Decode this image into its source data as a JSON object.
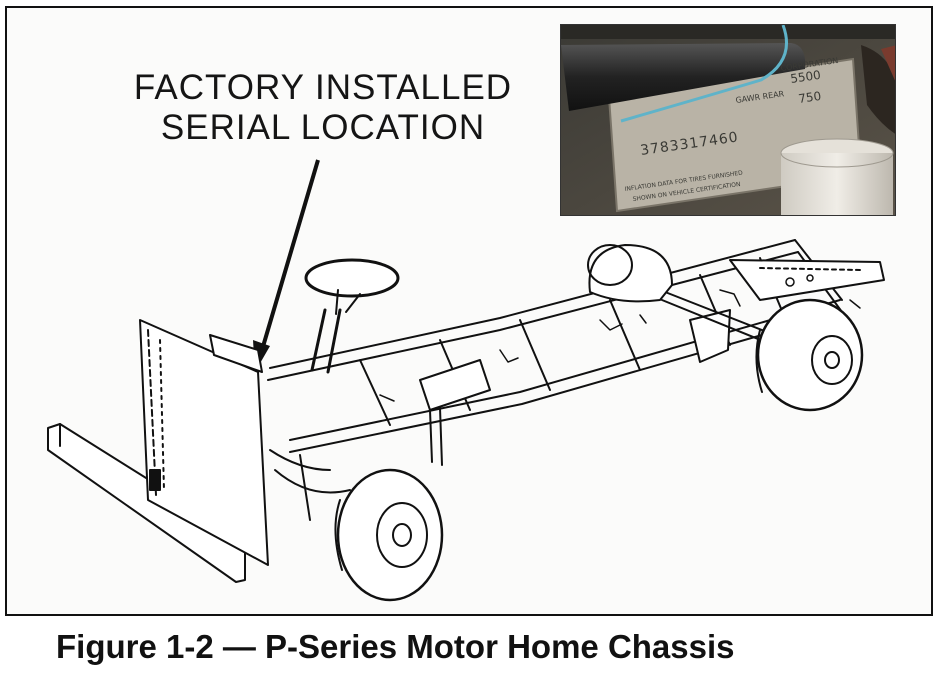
{
  "callout": {
    "line1": "FACTORY INSTALLED",
    "line2": "SERIAL LOCATION"
  },
  "photo": {
    "plate_lines": [
      "CORPORATION",
      "GAWR REAR",
      "3783317460",
      "INFLATION DATA FOR TIRES FURNISHED",
      "SHOWN ON VEHICLE CERTIFICATION"
    ],
    "partial_values": [
      "5500",
      "750"
    ]
  },
  "caption": "Figure 1-2 — P-Series Motor Home Chassis",
  "colors": {
    "ink": "#111111",
    "paper": "#fbfbfa",
    "plate": "#b9b3a6",
    "wire": "#5fb3c9"
  }
}
